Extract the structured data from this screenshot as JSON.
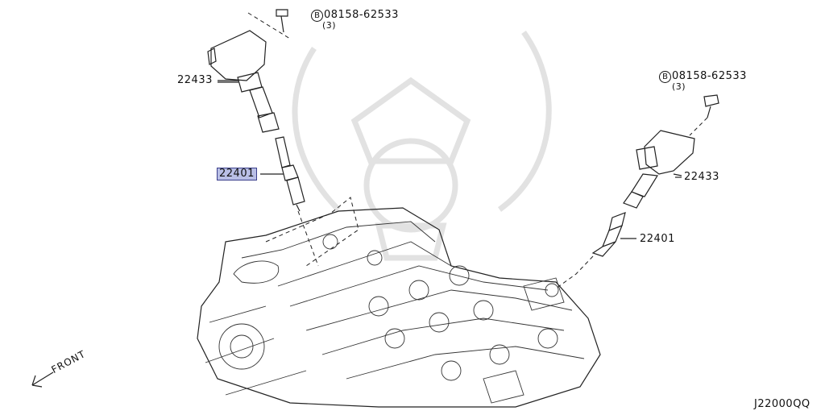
{
  "callouts": {
    "bolt_top": {
      "part": "08158-62533",
      "qty": "(3)",
      "mark": "B"
    },
    "bolt_right": {
      "part": "08158-62533",
      "qty": "(3)",
      "mark": "B"
    },
    "coil_left": "22433",
    "plug_left": "22401",
    "coil_right": "22433",
    "plug_right": "22401"
  },
  "front_label": "FRONT",
  "diagram_code": "J22000QQ",
  "highlight_color": "#b9bfe6"
}
